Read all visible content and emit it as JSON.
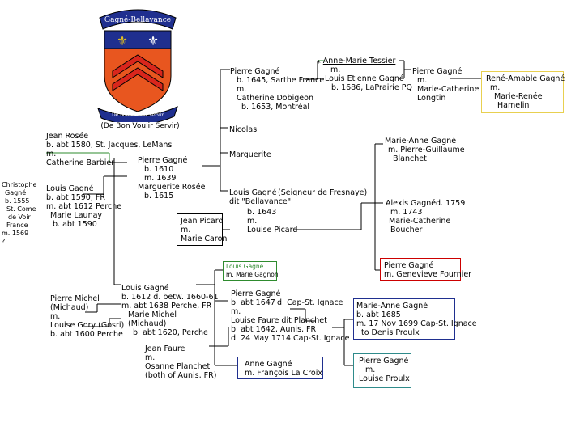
{
  "crest": {
    "banner_top": "Gagné-Bellavance",
    "banner_bottom": "De bon vouloir servir",
    "motto": "(De Bon Voulir Servir)",
    "colors": {
      "shield": "#e8561f",
      "chevron": "#d9261c",
      "blue": "#1f2f8f",
      "gold": "#e3c020"
    }
  },
  "people": {
    "jean_rosee": [
      "Jean Rosée",
      "b. abt 1580, St. Jacques, LeMans",
      "m.",
      "Catherine Barbier"
    ],
    "christophe": [
      "Christophe",
      "Gagné",
      "b. 1555",
      "St. Come",
      "de Voir",
      "France",
      "m. 1569",
      "?"
    ],
    "louis_1590": [
      "Louis Gagné",
      "b. abt 1590, FR",
      "m. abt 1612 Perche",
      "Marie Launay",
      "b. abt 1590"
    ],
    "pierre_1610": [
      "Pierre Gagné",
      "b. 1610",
      "m. 1639",
      "Marguerite Rosée",
      "b. 1615"
    ],
    "pierre_1645": [
      "Pierre Gagné",
      "b. 1645, Sarthe France",
      "m.",
      "Catherine Dobigeon",
      "b. 1653, Montréal"
    ],
    "anne_marie_tessier": "Anne-Marie Tessier",
    "m_small": "m.",
    "louis_etienne": [
      "Louis Etienne Gagné",
      "b. 1686, LaPrairie PQ"
    ],
    "pierre_marie_catherine": [
      "Pierre Gagné",
      "m.",
      "Marie-Catherine",
      "Longtin"
    ],
    "rene_amable": [
      "René-Amable Gagné",
      "m.",
      "Marie-Renée",
      "Hamelin"
    ],
    "nicolas": "Nicolas",
    "marguerite": "Marguerite",
    "louis_bellavance": [
      "Louis Gagné",
      "dit \"Bellavance\""
    ],
    "seigneur": "(Seigneur de Fresnaye)",
    "louis_1643": [
      "b. 1643",
      "m.",
      "Louise Picard"
    ],
    "jean_picard": [
      "Jean Picard",
      "m.",
      "Marie Caron"
    ],
    "marie_anne_guillaume": [
      "Marie-Anne Gagné",
      "m. Pierre-Guillaume",
      "Blanchet"
    ],
    "alexis": [
      "Alexis Gagné",
      "m. 1743",
      "Marie-Catherine",
      "Boucher"
    ],
    "alexis_d": "d. 1759",
    "pierre_genevieve": [
      "Pierre Gagné",
      "m. Genevieve Fournier"
    ],
    "louis_gagnon": [
      "Louis Gagné",
      "m. Marie Gagnon"
    ],
    "pierre_michel": [
      "Pierre Michel",
      "(Michaud)",
      "m.",
      "Louise Gory (Gosri)",
      "b. abt 1600 Perche"
    ],
    "louis_1612": [
      "Louis Gagné",
      "b. 1612 d. betw. 1660-61",
      "m. abt 1638 Perche, FR",
      "Marie Michel",
      "(Michaud)",
      "b. abt 1620, Perche"
    ],
    "pierre_1647": [
      "Pierre Gagné",
      "b. abt 1647",
      "m.",
      "Louise Faure dit Planchet",
      "b. abt 1642, Aunis, FR",
      "d. 24 May 1714 Cap-St. Ignace"
    ],
    "pierre_1647_d": "d. Cap-St. Ignace",
    "jean_faure": [
      "Jean Faure",
      "m.",
      "Osanne Planchet",
      "(both of Aunis, FR)"
    ],
    "anne_gagne": [
      "Anne Gagné",
      "m.  François La Croix"
    ],
    "marie_anne_1685": [
      "Marie-Anne Gagné",
      "b. abt 1685",
      "m. 17 Nov 1699 Cap-St. Ignace",
      "to Denis Proulx"
    ],
    "pierre_louise_proulx": [
      "Pierre Gagné",
      "m.",
      "Louise Proulx"
    ]
  }
}
